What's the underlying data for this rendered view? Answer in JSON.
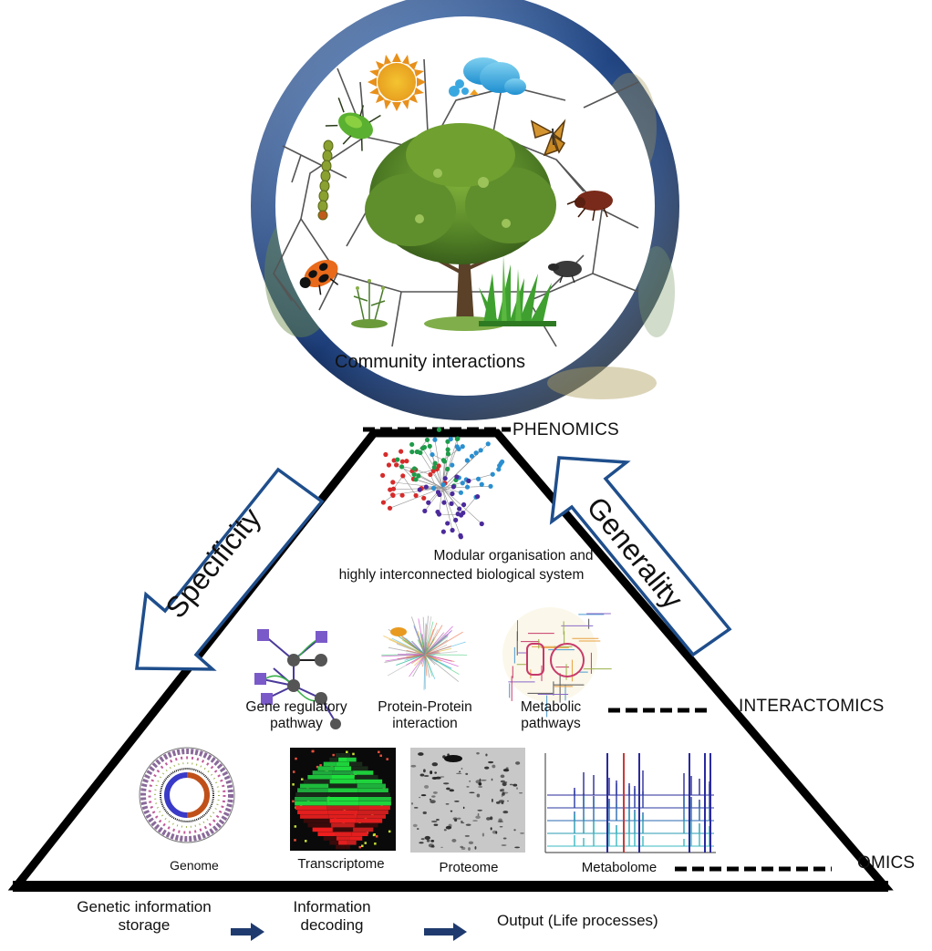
{
  "figure": {
    "globe": {
      "caption": "Community interactions",
      "elements": [
        "sun-icon",
        "rain-cloud-icon",
        "butterfly-icon",
        "beetle-icon",
        "weevil-icon",
        "grass-icon",
        "herb-plant-icon",
        "ladybird-beetle-icon",
        "caterpillar-icon",
        "aphid-icon",
        "tree-icon"
      ]
    },
    "levels": {
      "phenomics": "PHENOMICS",
      "interactomics": "INTERACTOMICS",
      "omics": "OMICS"
    },
    "arrows": {
      "specificity": "Specificity",
      "generality": "Generality",
      "arrow_color": "#1f4e8c"
    },
    "network": {
      "caption_line1": "Modular organisation and",
      "caption_line2": "highly interconnected biological system",
      "module_colors": [
        "#d62b2b",
        "#1f9b4a",
        "#2a8fd0",
        "#4b2a9b"
      ]
    },
    "interactomics_items": [
      {
        "line1": "Gene regulatory",
        "line2": "pathway"
      },
      {
        "line1": "Protein-Protein",
        "line2": "interaction"
      },
      {
        "line1": "Metabolic",
        "line2": "pathways"
      }
    ],
    "omics_items": [
      {
        "label": "Genome"
      },
      {
        "label": "Transcriptome"
      },
      {
        "label": "Proteome"
      },
      {
        "label": "Metabolome"
      }
    ],
    "flow": {
      "step1_line1": "Genetic information",
      "step1_line2": "storage",
      "step2_line1": "Information",
      "step2_line2": "decoding",
      "step3": "Output (Life processes)",
      "arrow_color": "#1f3a6e"
    }
  }
}
